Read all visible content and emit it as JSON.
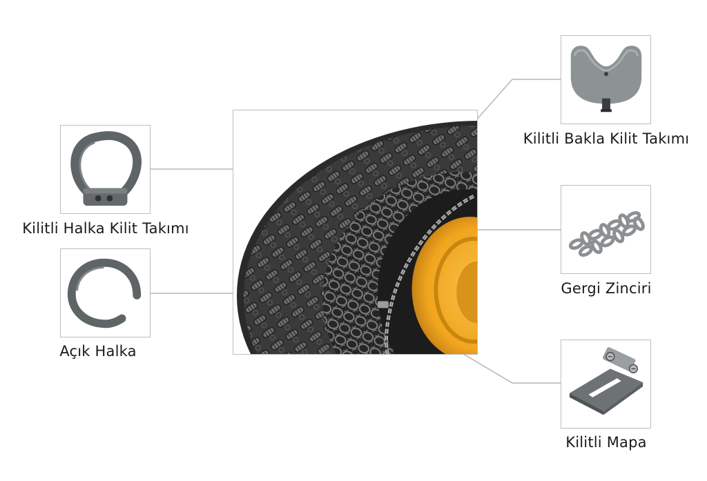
{
  "colors": {
    "frame_border": "#bdbdbd",
    "leader_line": "#b5b5b5",
    "part_gray": "#6a6f71",
    "part_light": "#8f9597",
    "tire_dark": "#2a2a2a",
    "chain_gray": "#8c8c8c",
    "rim_yellow": "#f1a51e"
  },
  "components": [
    {
      "id": "kilitli-halka",
      "label": "Kilitli Halka Kilit Takımı",
      "icon": "locking-ring-icon"
    },
    {
      "id": "acik-halka",
      "label": "Açık Halka",
      "icon": "open-ring-icon"
    },
    {
      "id": "kilitli-bakla",
      "label": "Kilitli Bakla Kilit Takımı",
      "icon": "locking-link-icon"
    },
    {
      "id": "gergi-zinciri",
      "label": "Gergi Zinciri",
      "icon": "tension-chain-icon"
    },
    {
      "id": "kilitli-mapa",
      "label": "Kilitli Mapa",
      "icon": "locking-plate-icon"
    }
  ],
  "main_image": {
    "icon": "tire-chain-icon"
  }
}
